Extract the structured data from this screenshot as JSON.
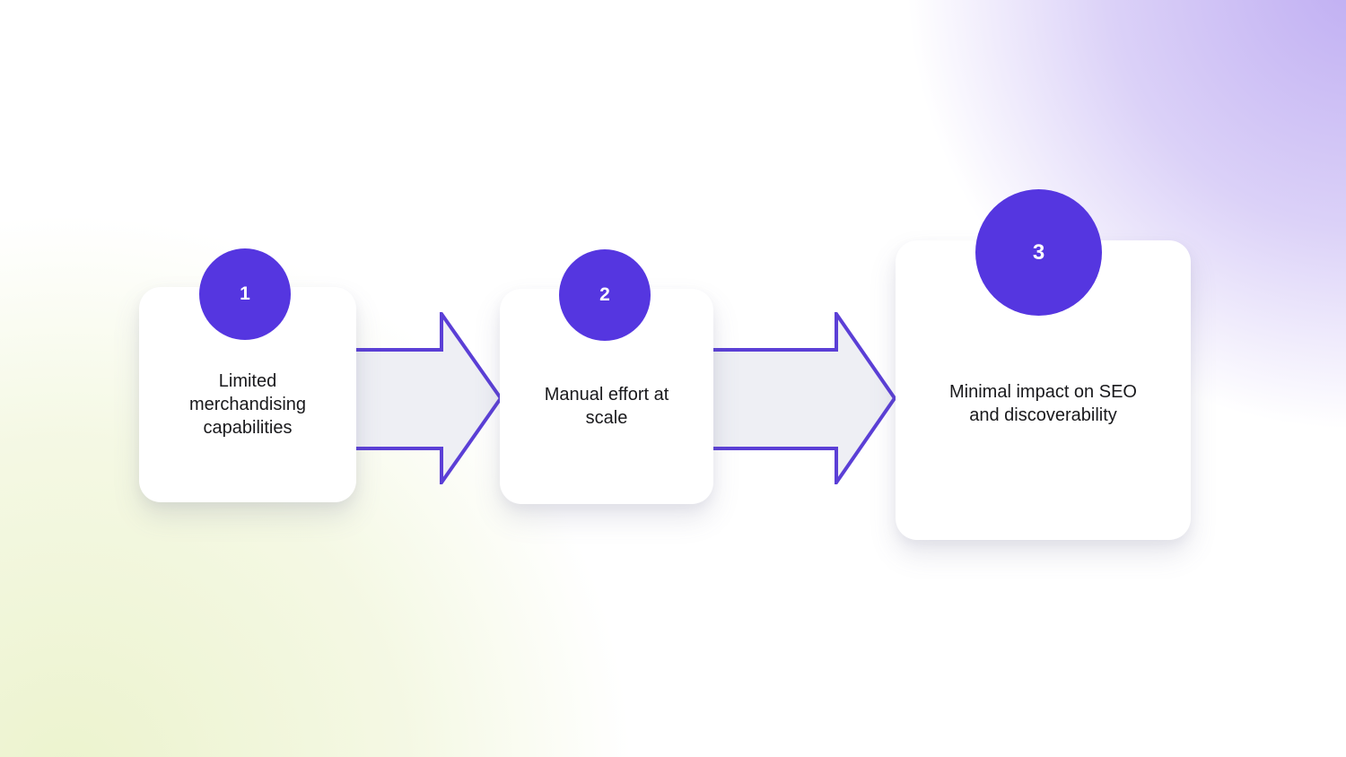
{
  "diagram": {
    "title": "process-flow-3-steps",
    "steps": [
      {
        "number": "1",
        "label": "Limited merchandising capabilities"
      },
      {
        "number": "2",
        "label": "Manual effort at scale"
      },
      {
        "number": "3",
        "label": "Minimal impact on SEO and discoverability"
      }
    ],
    "colors": {
      "accent": "#5536E0",
      "arrow_fill": "#EEEFF4",
      "arrow_stroke": "#5B3FD6",
      "card_background": "#FFFFFF",
      "text": "#19191C",
      "background_purple": "#C2B3F2",
      "background_green": "#EDF3D2"
    }
  }
}
